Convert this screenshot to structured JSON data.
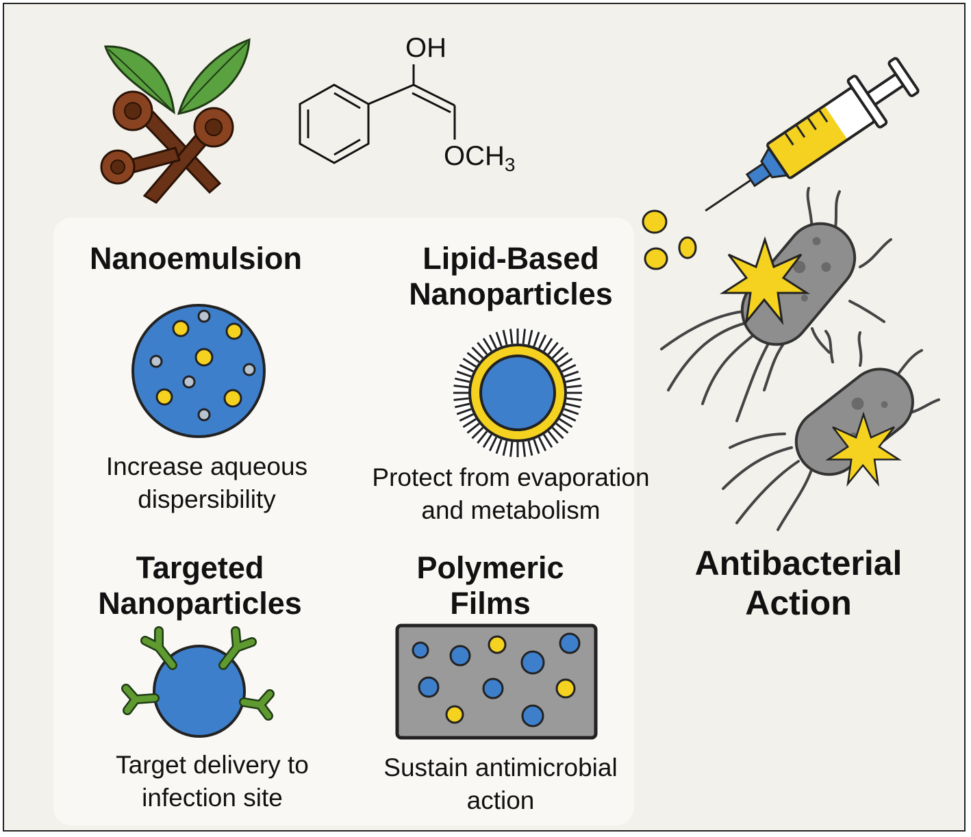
{
  "molecule": {
    "oh_label": "OH",
    "och_label": "OCH",
    "och_subscript": "3"
  },
  "cards": [
    {
      "heading": "Nanoemulsion",
      "caption": "Increase aqueous\ndispersibility"
    },
    {
      "heading": "Lipid-Based\nNanoparticles",
      "caption": "Protect from evaporation\nand metabolism"
    },
    {
      "heading": "Targeted\nNanoparticles",
      "caption": "Target delivery to\ninfection site"
    },
    {
      "heading": "Polymeric\nFilms",
      "caption": "Sustain antimicrobial\naction"
    }
  ],
  "action": {
    "label": "Antibacterial\nAction"
  },
  "colors": {
    "background": "#f3f1ec",
    "blue": "#3e7fcc",
    "yellow": "#f4d21f",
    "gray_particle": "#b8c3d0",
    "bacteria": "#8e8e8e",
    "leaf": "#5aa140",
    "clove": "#7a3b1c",
    "antibody": "#5f9a31"
  },
  "icons": [
    "clove-icon",
    "syringe-icon",
    "bacteria-icon",
    "burst-icon",
    "droplet-icon",
    "antibody-icon"
  ]
}
